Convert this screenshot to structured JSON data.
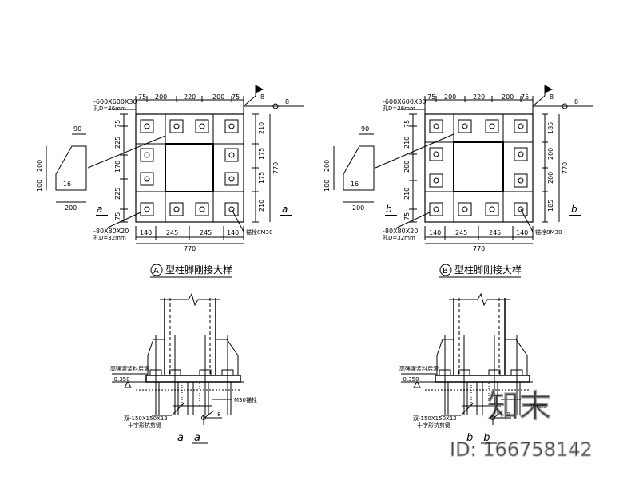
{
  "drawings": [
    {
      "id": "A",
      "caption_letter": "A",
      "caption_text": "型柱脚刚接大样",
      "plate_label": "-600X600X30",
      "hole_label": "孔D=36mm",
      "washer_label": "-80X80X20",
      "washer_hole_label": "孔D=32mm",
      "anchor_label": "锚栓8M30",
      "top_dims": [
        "75",
        "200",
        "220",
        "200",
        "75"
      ],
      "bottom_dims": [
        "140",
        "245",
        "245",
        "140"
      ],
      "total_dim": "770",
      "left_dims": [
        "75",
        "225",
        "170",
        "225",
        "75"
      ],
      "right_dims": [
        "210",
        "175",
        "175",
        "210"
      ],
      "right_total": "770",
      "stiffener_dims": [
        "90",
        "200",
        "100",
        "200"
      ],
      "stiffener_label": "-16",
      "section_mark": "a",
      "callout_num": "8"
    },
    {
      "id": "B",
      "caption_letter": "B",
      "caption_text": "型柱脚刚接大样",
      "plate_label": "-600X600X30",
      "hole_label": "孔D=36mm",
      "washer_label": "-80X80X20",
      "washer_hole_label": "孔D=32mm",
      "anchor_label": "锚栓8M30",
      "top_dims": [
        "75",
        "200",
        "220",
        "200",
        "75"
      ],
      "bottom_dims": [
        "140",
        "245",
        "245",
        "140"
      ],
      "total_dim": "770",
      "left_dims": [
        "75",
        "210",
        "200",
        "210",
        "75"
      ],
      "right_dims": [
        "185",
        "200",
        "200",
        "185"
      ],
      "right_total": "770",
      "stiffener_dims": [
        "90",
        "200",
        "100",
        "200"
      ],
      "stiffener_label": "-16",
      "section_mark": "b",
      "callout_num": "8"
    }
  ],
  "sections": [
    {
      "grout_label": "高强灌浆料后灌",
      "elev_label": "-0.350",
      "shear_label": "双-150X150X12",
      "shear_label2": "十字形抗剪键",
      "anchor_label": "M30锚栓",
      "callout_num": "8",
      "title": "a—a"
    },
    {
      "grout_label": "高强灌浆料后灌",
      "elev_label": "-0.350",
      "shear_label": "双-150X150X12",
      "shear_label2": "十字形抗剪键",
      "anchor_label": "30锚栓",
      "callout_num": "8",
      "title": "b—b"
    }
  ],
  "watermark": {
    "logo_text": "知末",
    "id_text": "ID: 166758142"
  }
}
